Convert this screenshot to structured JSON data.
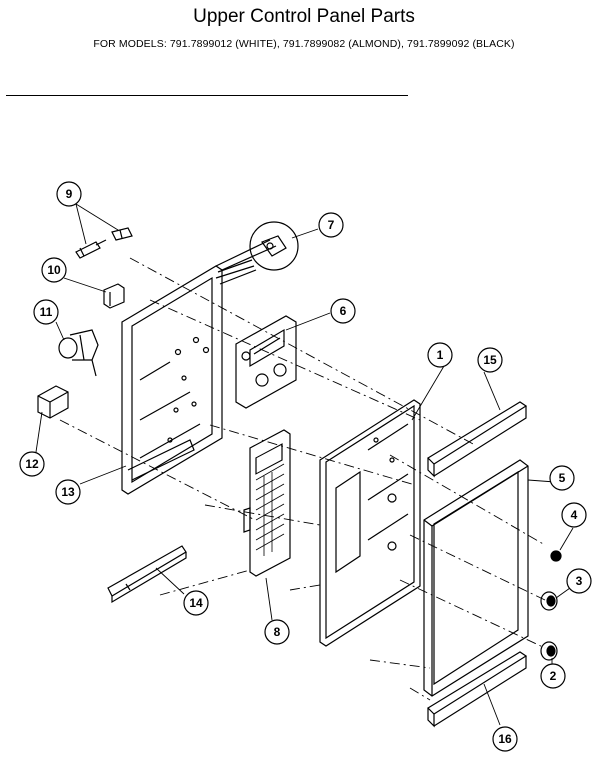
{
  "title": "Upper Control Panel Parts",
  "subtitle": "FOR MODELS:  791.7899012 (WHITE), 791.7899082 (ALMOND), 791.7899092 (BLACK)",
  "callouts": {
    "c1": "1",
    "c2": "2",
    "c3": "3",
    "c4": "4",
    "c5": "5",
    "c6": "6",
    "c7": "7",
    "c8": "8",
    "c9": "9",
    "c10": "10",
    "c11": "11",
    "c12": "12",
    "c13": "13",
    "c14": "14",
    "c15": "15",
    "c16": "16"
  }
}
